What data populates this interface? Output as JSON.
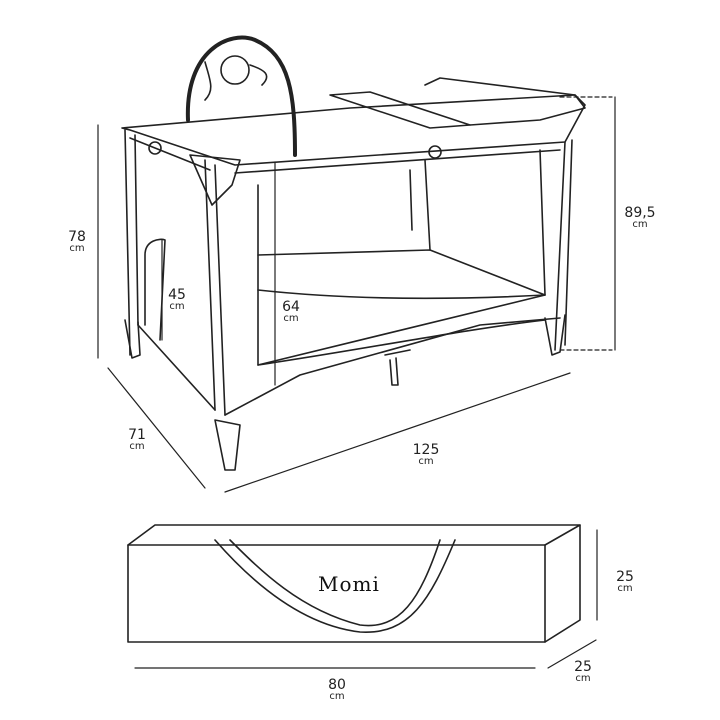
{
  "dimensions": {
    "cot_height": {
      "value": "78",
      "unit": "cm"
    },
    "opening_height": {
      "value": "45",
      "unit": "cm"
    },
    "inner_depth": {
      "value": "64",
      "unit": "cm"
    },
    "height_with_changer": {
      "value": "89,5",
      "unit": "cm"
    },
    "width": {
      "value": "71",
      "unit": "cm"
    },
    "length": {
      "value": "125",
      "unit": "cm"
    },
    "bag_height": {
      "value": "25",
      "unit": "cm"
    },
    "bag_depth": {
      "value": "25",
      "unit": "cm"
    },
    "bag_length": {
      "value": "80",
      "unit": "cm"
    }
  },
  "bag_logo": "Momi",
  "colors": {
    "line": "#222222",
    "background": "#ffffff"
  }
}
